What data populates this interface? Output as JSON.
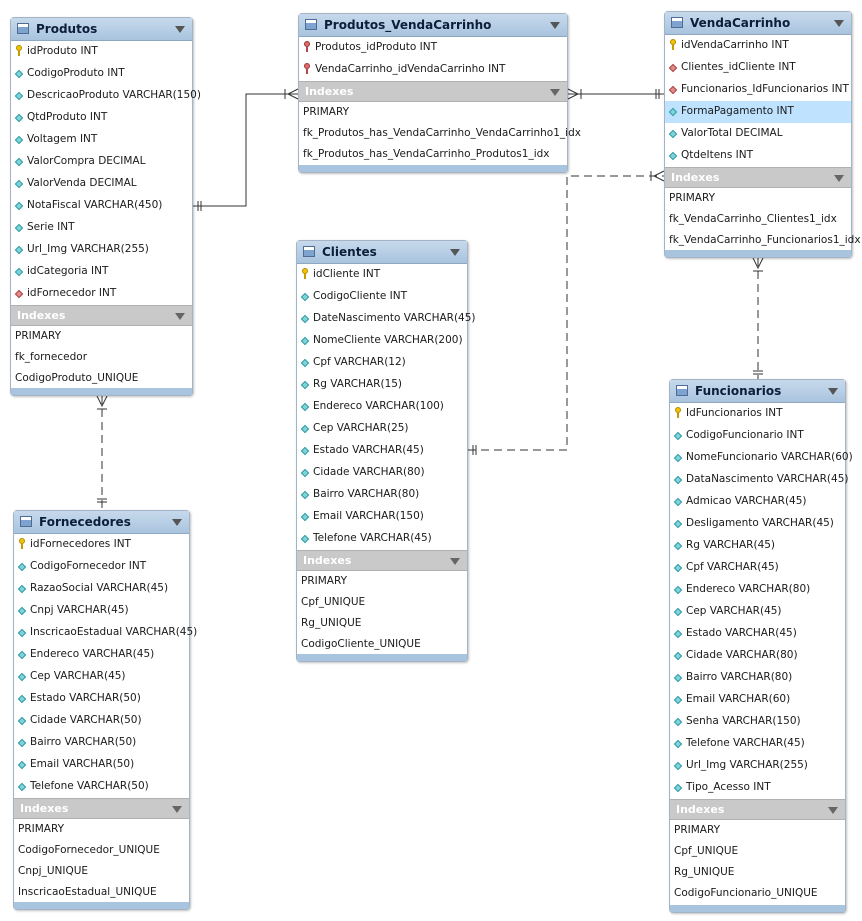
{
  "indexes_label": "Indexes",
  "colors": {
    "header": "#a9c4de",
    "indexes_header": "#c9c9c9",
    "selected_row": "#bfe3ff",
    "connector": "#333333"
  },
  "tables": {
    "produtos": {
      "name": "Produtos",
      "columns": [
        {
          "name": "idProduto INT",
          "icon": "primary-key-icon"
        },
        {
          "name": "CodigoProduto INT",
          "icon": "column-icon"
        },
        {
          "name": "DescricaoProduto VARCHAR(150)",
          "icon": "column-icon"
        },
        {
          "name": "QtdProduto INT",
          "icon": "column-icon"
        },
        {
          "name": "Voltagem INT",
          "icon": "column-icon"
        },
        {
          "name": "ValorCompra DECIMAL",
          "icon": "column-icon"
        },
        {
          "name": "ValorVenda DECIMAL",
          "icon": "column-icon"
        },
        {
          "name": "NotaFiscal VARCHAR(450)",
          "icon": "column-icon"
        },
        {
          "name": "Serie INT",
          "icon": "column-icon"
        },
        {
          "name": "Url_Img VARCHAR(255)",
          "icon": "column-icon"
        },
        {
          "name": "idCategoria INT",
          "icon": "column-icon"
        },
        {
          "name": "idFornecedor INT",
          "icon": "foreign-key-icon"
        }
      ],
      "indexes": [
        "PRIMARY",
        "fk_fornecedor",
        "CodigoProduto_UNIQUE"
      ]
    },
    "produtos_vendacarrinho": {
      "name": "Produtos_VendaCarrinho",
      "columns": [
        {
          "name": "Produtos_idProduto INT",
          "icon": "primary-foreign-key-icon"
        },
        {
          "name": "VendaCarrinho_idVendaCarrinho INT",
          "icon": "primary-foreign-key-icon"
        }
      ],
      "indexes": [
        "PRIMARY",
        "fk_Produtos_has_VendaCarrinho_VendaCarrinho1_idx",
        "fk_Produtos_has_VendaCarrinho_Produtos1_idx"
      ]
    },
    "vendacarrinho": {
      "name": "VendaCarrinho",
      "columns": [
        {
          "name": "idVendaCarrinho INT",
          "icon": "primary-key-icon"
        },
        {
          "name": "Clientes_idCliente INT",
          "icon": "foreign-key-icon"
        },
        {
          "name": "Funcionarios_IdFuncionarios INT",
          "icon": "foreign-key-icon"
        },
        {
          "name": "FormaPagamento INT",
          "icon": "column-icon",
          "selected": true
        },
        {
          "name": "ValorTotal DECIMAL",
          "icon": "column-icon"
        },
        {
          "name": "QtdeItens INT",
          "icon": "column-icon"
        }
      ],
      "indexes": [
        "PRIMARY",
        "fk_VendaCarrinho_Clientes1_idx",
        "fk_VendaCarrinho_Funcionarios1_idx"
      ]
    },
    "clientes": {
      "name": "Clientes",
      "columns": [
        {
          "name": "idCliente INT",
          "icon": "primary-key-icon"
        },
        {
          "name": "CodigoCliente INT",
          "icon": "column-icon"
        },
        {
          "name": "DateNascimento VARCHAR(45)",
          "icon": "column-icon"
        },
        {
          "name": "NomeCliente VARCHAR(200)",
          "icon": "column-icon"
        },
        {
          "name": "Cpf VARCHAR(12)",
          "icon": "column-icon"
        },
        {
          "name": "Rg VARCHAR(15)",
          "icon": "column-icon"
        },
        {
          "name": "Endereco VARCHAR(100)",
          "icon": "column-icon"
        },
        {
          "name": "Cep VARCHAR(25)",
          "icon": "column-icon"
        },
        {
          "name": "Estado VARCHAR(45)",
          "icon": "column-icon"
        },
        {
          "name": "Cidade VARCHAR(80)",
          "icon": "column-icon"
        },
        {
          "name": "Bairro VARCHAR(80)",
          "icon": "column-icon"
        },
        {
          "name": "Email VARCHAR(150)",
          "icon": "column-icon"
        },
        {
          "name": "Telefone VARCHAR(45)",
          "icon": "column-icon"
        }
      ],
      "indexes": [
        "PRIMARY",
        "Cpf_UNIQUE",
        "Rg_UNIQUE",
        "CodigoCliente_UNIQUE"
      ]
    },
    "fornecedores": {
      "name": "Fornecedores",
      "columns": [
        {
          "name": "idFornecedores INT",
          "icon": "primary-key-icon"
        },
        {
          "name": "CodigoFornecedor INT",
          "icon": "column-icon"
        },
        {
          "name": "RazaoSocial VARCHAR(45)",
          "icon": "column-icon"
        },
        {
          "name": "Cnpj VARCHAR(45)",
          "icon": "column-icon"
        },
        {
          "name": "InscricaoEstadual VARCHAR(45)",
          "icon": "column-icon"
        },
        {
          "name": "Endereco VARCHAR(45)",
          "icon": "column-icon"
        },
        {
          "name": "Cep VARCHAR(45)",
          "icon": "column-icon"
        },
        {
          "name": "Estado VARCHAR(50)",
          "icon": "column-icon"
        },
        {
          "name": "Cidade VARCHAR(50)",
          "icon": "column-icon"
        },
        {
          "name": "Bairro VARCHAR(50)",
          "icon": "column-icon"
        },
        {
          "name": "Email VARCHAR(50)",
          "icon": "column-icon"
        },
        {
          "name": "Telefone VARCHAR(50)",
          "icon": "column-icon"
        }
      ],
      "indexes": [
        "PRIMARY",
        "CodigoFornecedor_UNIQUE",
        "Cnpj_UNIQUE",
        "InscricaoEstadual_UNIQUE"
      ]
    },
    "funcionarios": {
      "name": "Funcionarios",
      "columns": [
        {
          "name": "IdFuncionarios INT",
          "icon": "primary-key-icon"
        },
        {
          "name": "CodigoFuncionario INT",
          "icon": "column-icon"
        },
        {
          "name": "NomeFuncionario VARCHAR(60)",
          "icon": "column-icon"
        },
        {
          "name": "DataNascimento VARCHAR(45)",
          "icon": "column-icon"
        },
        {
          "name": "Admicao VARCHAR(45)",
          "icon": "column-icon"
        },
        {
          "name": "Desligamento VARCHAR(45)",
          "icon": "column-icon"
        },
        {
          "name": "Rg VARCHAR(45)",
          "icon": "column-icon"
        },
        {
          "name": "Cpf VARCHAR(45)",
          "icon": "column-icon"
        },
        {
          "name": "Endereco VARCHAR(80)",
          "icon": "column-icon"
        },
        {
          "name": "Cep VARCHAR(45)",
          "icon": "column-icon"
        },
        {
          "name": "Estado VARCHAR(45)",
          "icon": "column-icon"
        },
        {
          "name": "Cidade VARCHAR(80)",
          "icon": "column-icon"
        },
        {
          "name": "Bairro VARCHAR(80)",
          "icon": "column-icon"
        },
        {
          "name": "Email VARCHAR(60)",
          "icon": "column-icon"
        },
        {
          "name": "Senha VARCHAR(150)",
          "icon": "column-icon"
        },
        {
          "name": "Telefone VARCHAR(45)",
          "icon": "column-icon"
        },
        {
          "name": "Url_Img VARCHAR(255)",
          "icon": "column-icon"
        },
        {
          "name": "Tipo_Acesso INT",
          "icon": "column-icon"
        }
      ],
      "indexes": [
        "PRIMARY",
        "Cpf_UNIQUE",
        "Rg_UNIQUE",
        "CodigoFuncionario_UNIQUE"
      ]
    }
  },
  "relationships": [
    {
      "from": "produtos",
      "to": "produtos_vendacarrinho",
      "identifying": true
    },
    {
      "from": "produtos_vendacarrinho",
      "to": "vendacarrinho",
      "identifying": true
    },
    {
      "from": "clientes",
      "to": "vendacarrinho",
      "identifying": false
    },
    {
      "from": "vendacarrinho",
      "to": "funcionarios",
      "identifying": false
    },
    {
      "from": "produtos",
      "to": "fornecedores",
      "identifying": false
    }
  ]
}
